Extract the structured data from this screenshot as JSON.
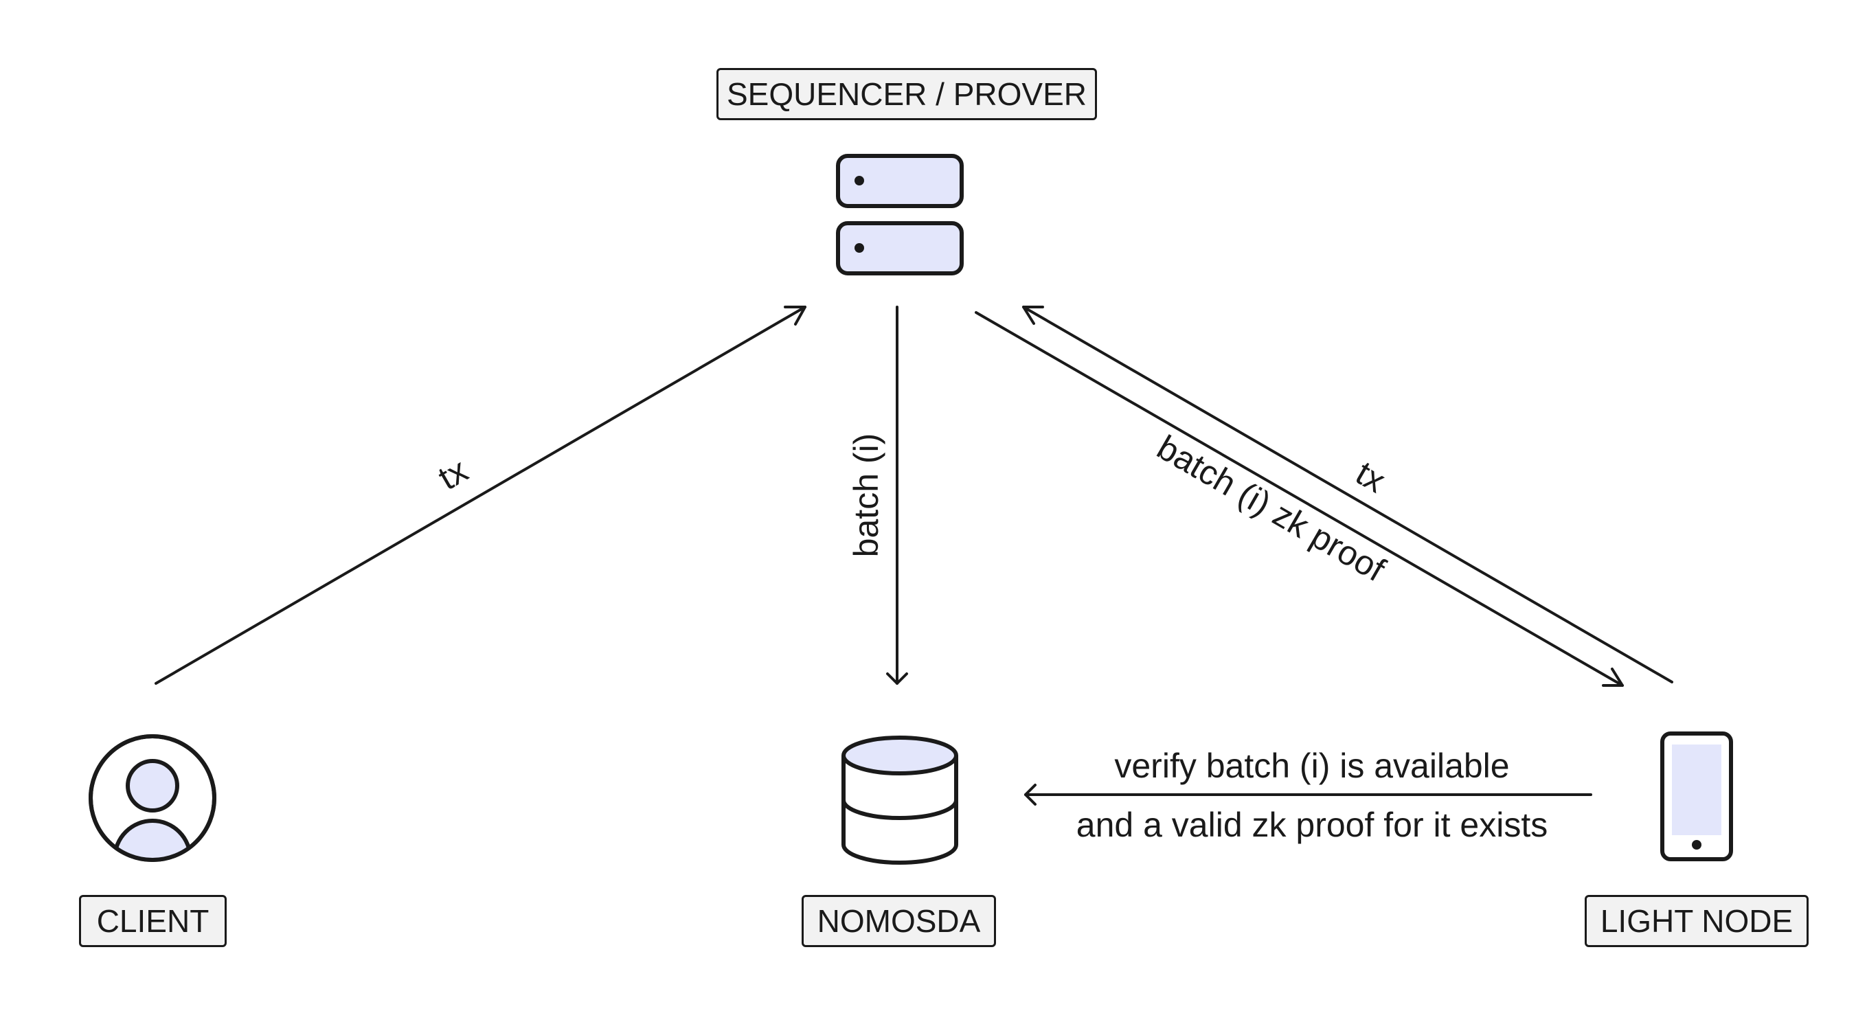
{
  "nodes": {
    "sequencer": {
      "label": "SEQUENCER / PROVER"
    },
    "client": {
      "label": "CLIENT"
    },
    "nomosda": {
      "label": "NOMOSDA"
    },
    "light_node": {
      "label": "LIGHT NODE"
    }
  },
  "edges": {
    "client_to_sequencer": {
      "label": "tx"
    },
    "sequencer_to_nomosda": {
      "label": "batch (i)"
    },
    "sequencer_to_light_node": {
      "label": "batch (i) zk proof"
    },
    "light_node_to_sequencer": {
      "label": "tx"
    },
    "light_node_to_nomosda": {
      "label_line1": "verify batch (i) is available",
      "label_line2": "and a valid zk proof for it exists"
    }
  },
  "icons": {
    "sequencer": "server-stack-icon",
    "client": "user-avatar-icon",
    "nomosda": "database-icon",
    "light_node": "mobile-phone-icon"
  },
  "colors": {
    "stroke": "#1a1a1a",
    "icon_fill": "#e3e6fb",
    "label_background": "#f2f2f2"
  }
}
